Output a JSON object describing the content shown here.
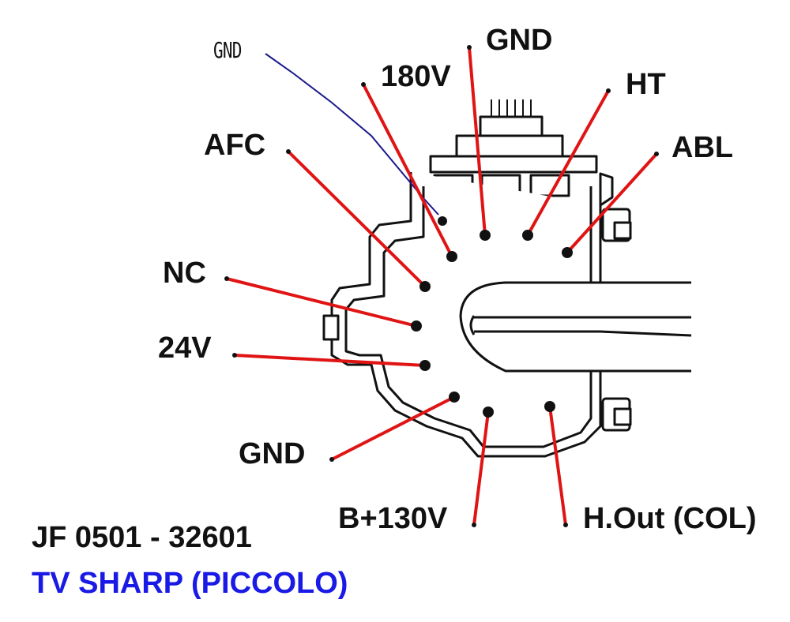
{
  "colors": {
    "lead_line": "#e01414",
    "hand_line": "#1a1a8c",
    "outline": "#111111",
    "pin": "#111111",
    "brand_text": "#1a1ae6"
  },
  "pins": {
    "gnd_hand": "GND",
    "v180": "180V",
    "gnd_top": "GND",
    "ht": "HT",
    "afc": "AFC",
    "abl": "ABL",
    "nc": "NC",
    "v24": "24V",
    "gnd_bottom": "GND",
    "b130": "B+130V",
    "hout": "H.Out (COL)"
  },
  "footer": {
    "model": "JF 0501 - 32601",
    "brand": "TV SHARP (PICCOLO)"
  }
}
